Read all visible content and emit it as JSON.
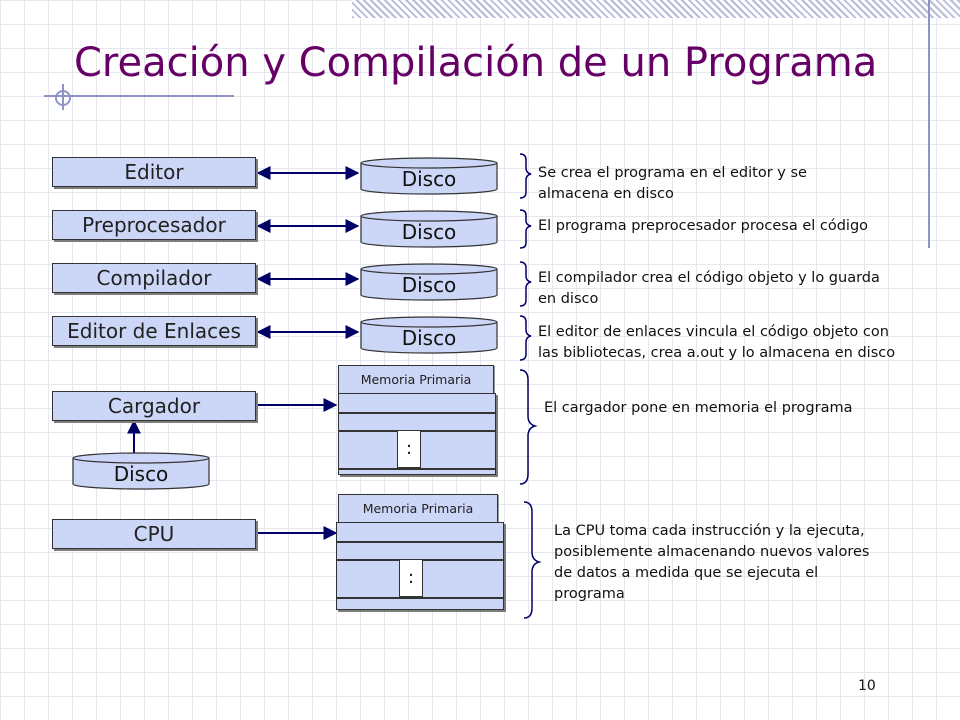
{
  "title": "Creación y Compilación de un Programa",
  "page_number": "10",
  "colors": {
    "title": "#660066",
    "box_fill": "#ccd6f6",
    "arrow": "#000066",
    "grid": "#e6e6ee",
    "accent_lines": "#8f94c6"
  },
  "stages": [
    {
      "label": "Editor",
      "disk": "Disco",
      "description": [
        "Se crea el programa en el editor y se",
        "almacena en disco"
      ]
    },
    {
      "label": "Preprocesador",
      "disk": "Disco",
      "description": [
        "El programa preprocesador procesa el código"
      ]
    },
    {
      "label": "Compilador",
      "disk": "Disco",
      "description": [
        "El compilador crea el código objeto y lo guarda",
        "en disco"
      ]
    },
    {
      "label": "Editor de Enlaces",
      "disk": "Disco",
      "description": [
        "El editor de enlaces vincula el código objeto con",
        "las bibliotecas, crea a.out y lo almacena en disco"
      ]
    }
  ],
  "loader": {
    "label": "Cargador",
    "disk": "Disco",
    "memory_label": "Memoria  Primaria",
    "memory_dots": ":",
    "description": [
      "El cargador pone en memoria el programa"
    ]
  },
  "cpu": {
    "label": "CPU",
    "memory_label": "Memoria Primaria",
    "memory_dots": ":",
    "description": [
      "La CPU toma cada instrucción y la ejecuta,",
      "posiblemente almacenando nuevos valores",
      "de datos a medida que se ejecuta el",
      "programa"
    ]
  }
}
